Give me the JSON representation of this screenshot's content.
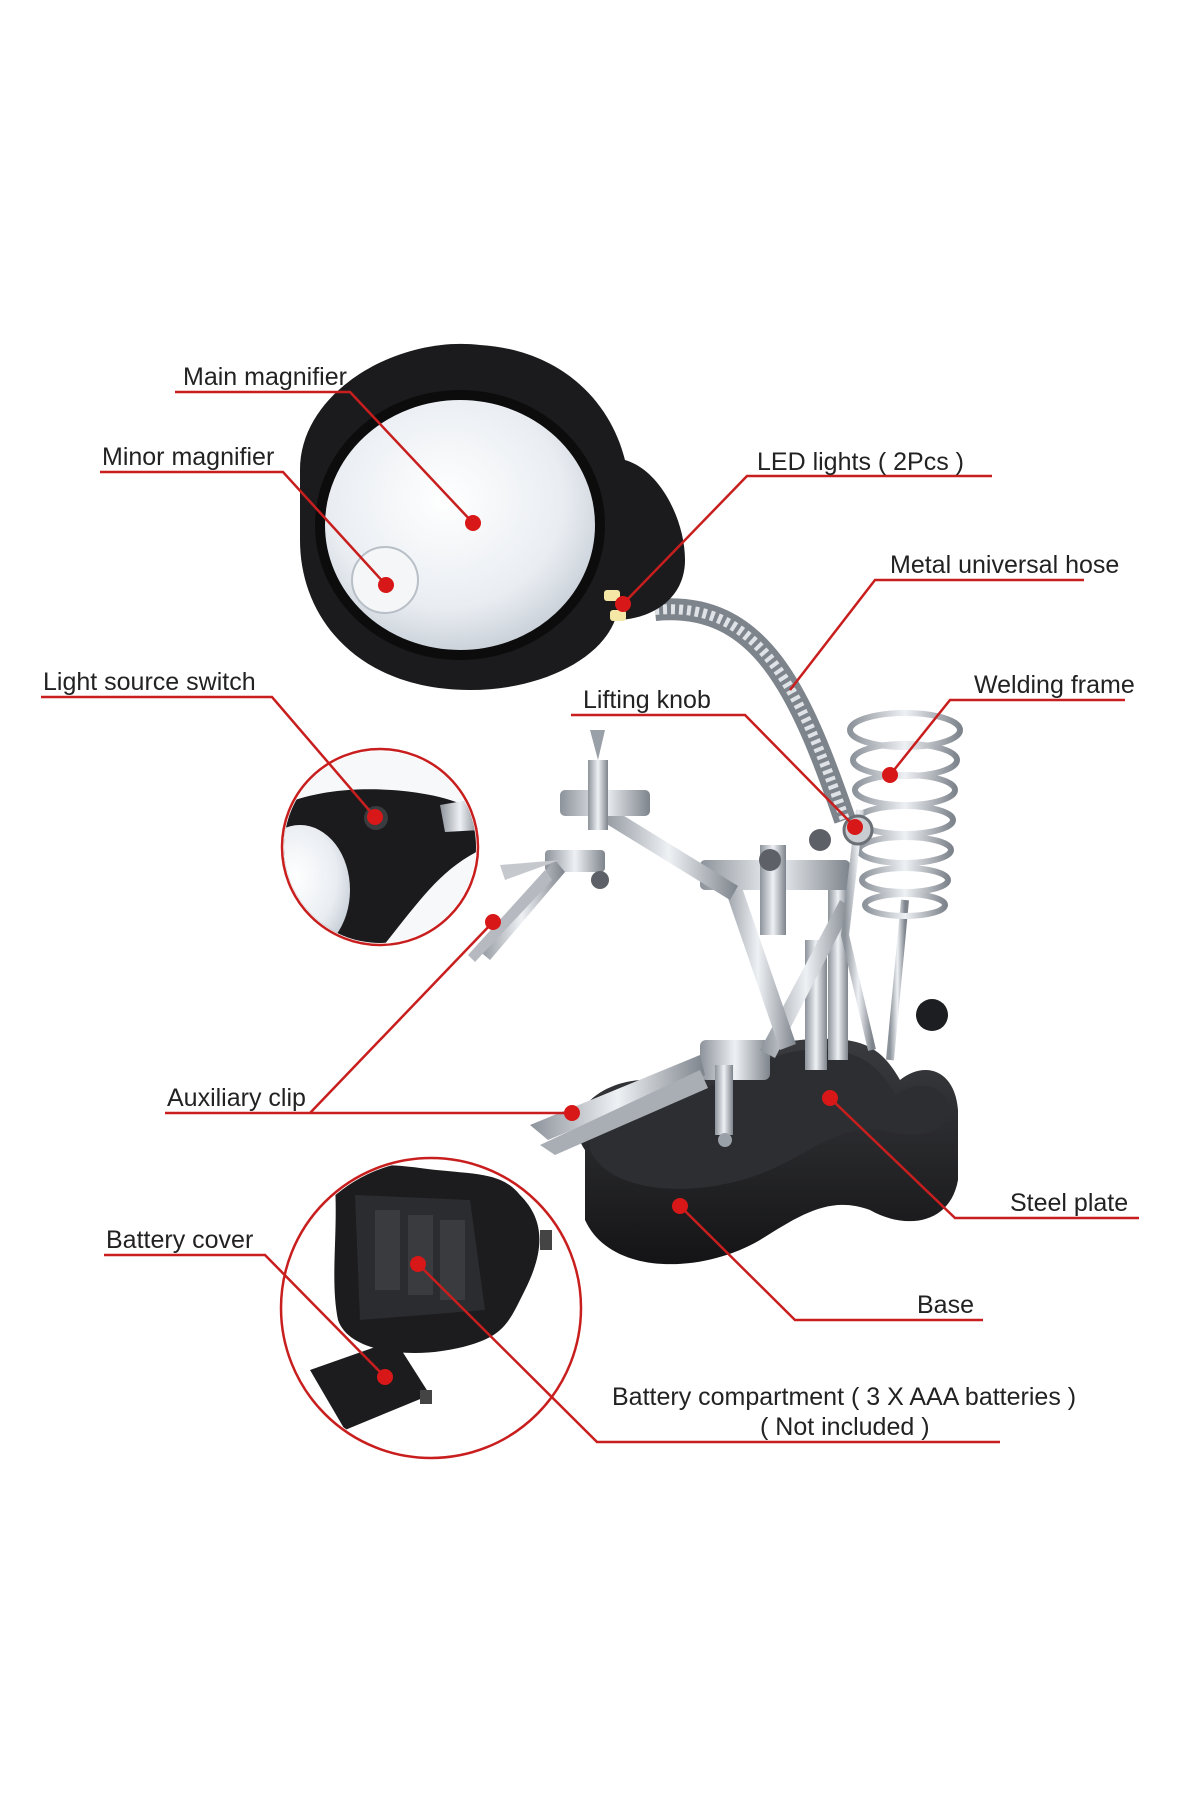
{
  "colors": {
    "accent": "#c81e1e",
    "label_text": "#222222",
    "background": "#ffffff",
    "body_black": "#1c1c1e",
    "metal": "#b8bcc2"
  },
  "labels": {
    "main_magnifier": "Main magnifier",
    "minor_magnifier": "Minor magnifier",
    "led_lights": "LED lights ( 2Pcs )",
    "metal_universal_hose": "Metal universal hose",
    "light_source_switch": "Light source switch",
    "lifting_knob": "Lifting knob",
    "welding_frame": "Welding frame",
    "auxiliary_clip": "Auxiliary clip",
    "steel_plate": "Steel plate",
    "battery_cover": "Battery cover",
    "base": "Base",
    "battery_compartment_line1": "Battery compartment ( 3 X AAA batteries )",
    "battery_compartment_line2": "( Not included )"
  },
  "icons": {
    "product": "magnifier-helping-hands-icon",
    "switch_detail": "switch-detail-icon",
    "battery_detail": "battery-compartment-icon"
  }
}
